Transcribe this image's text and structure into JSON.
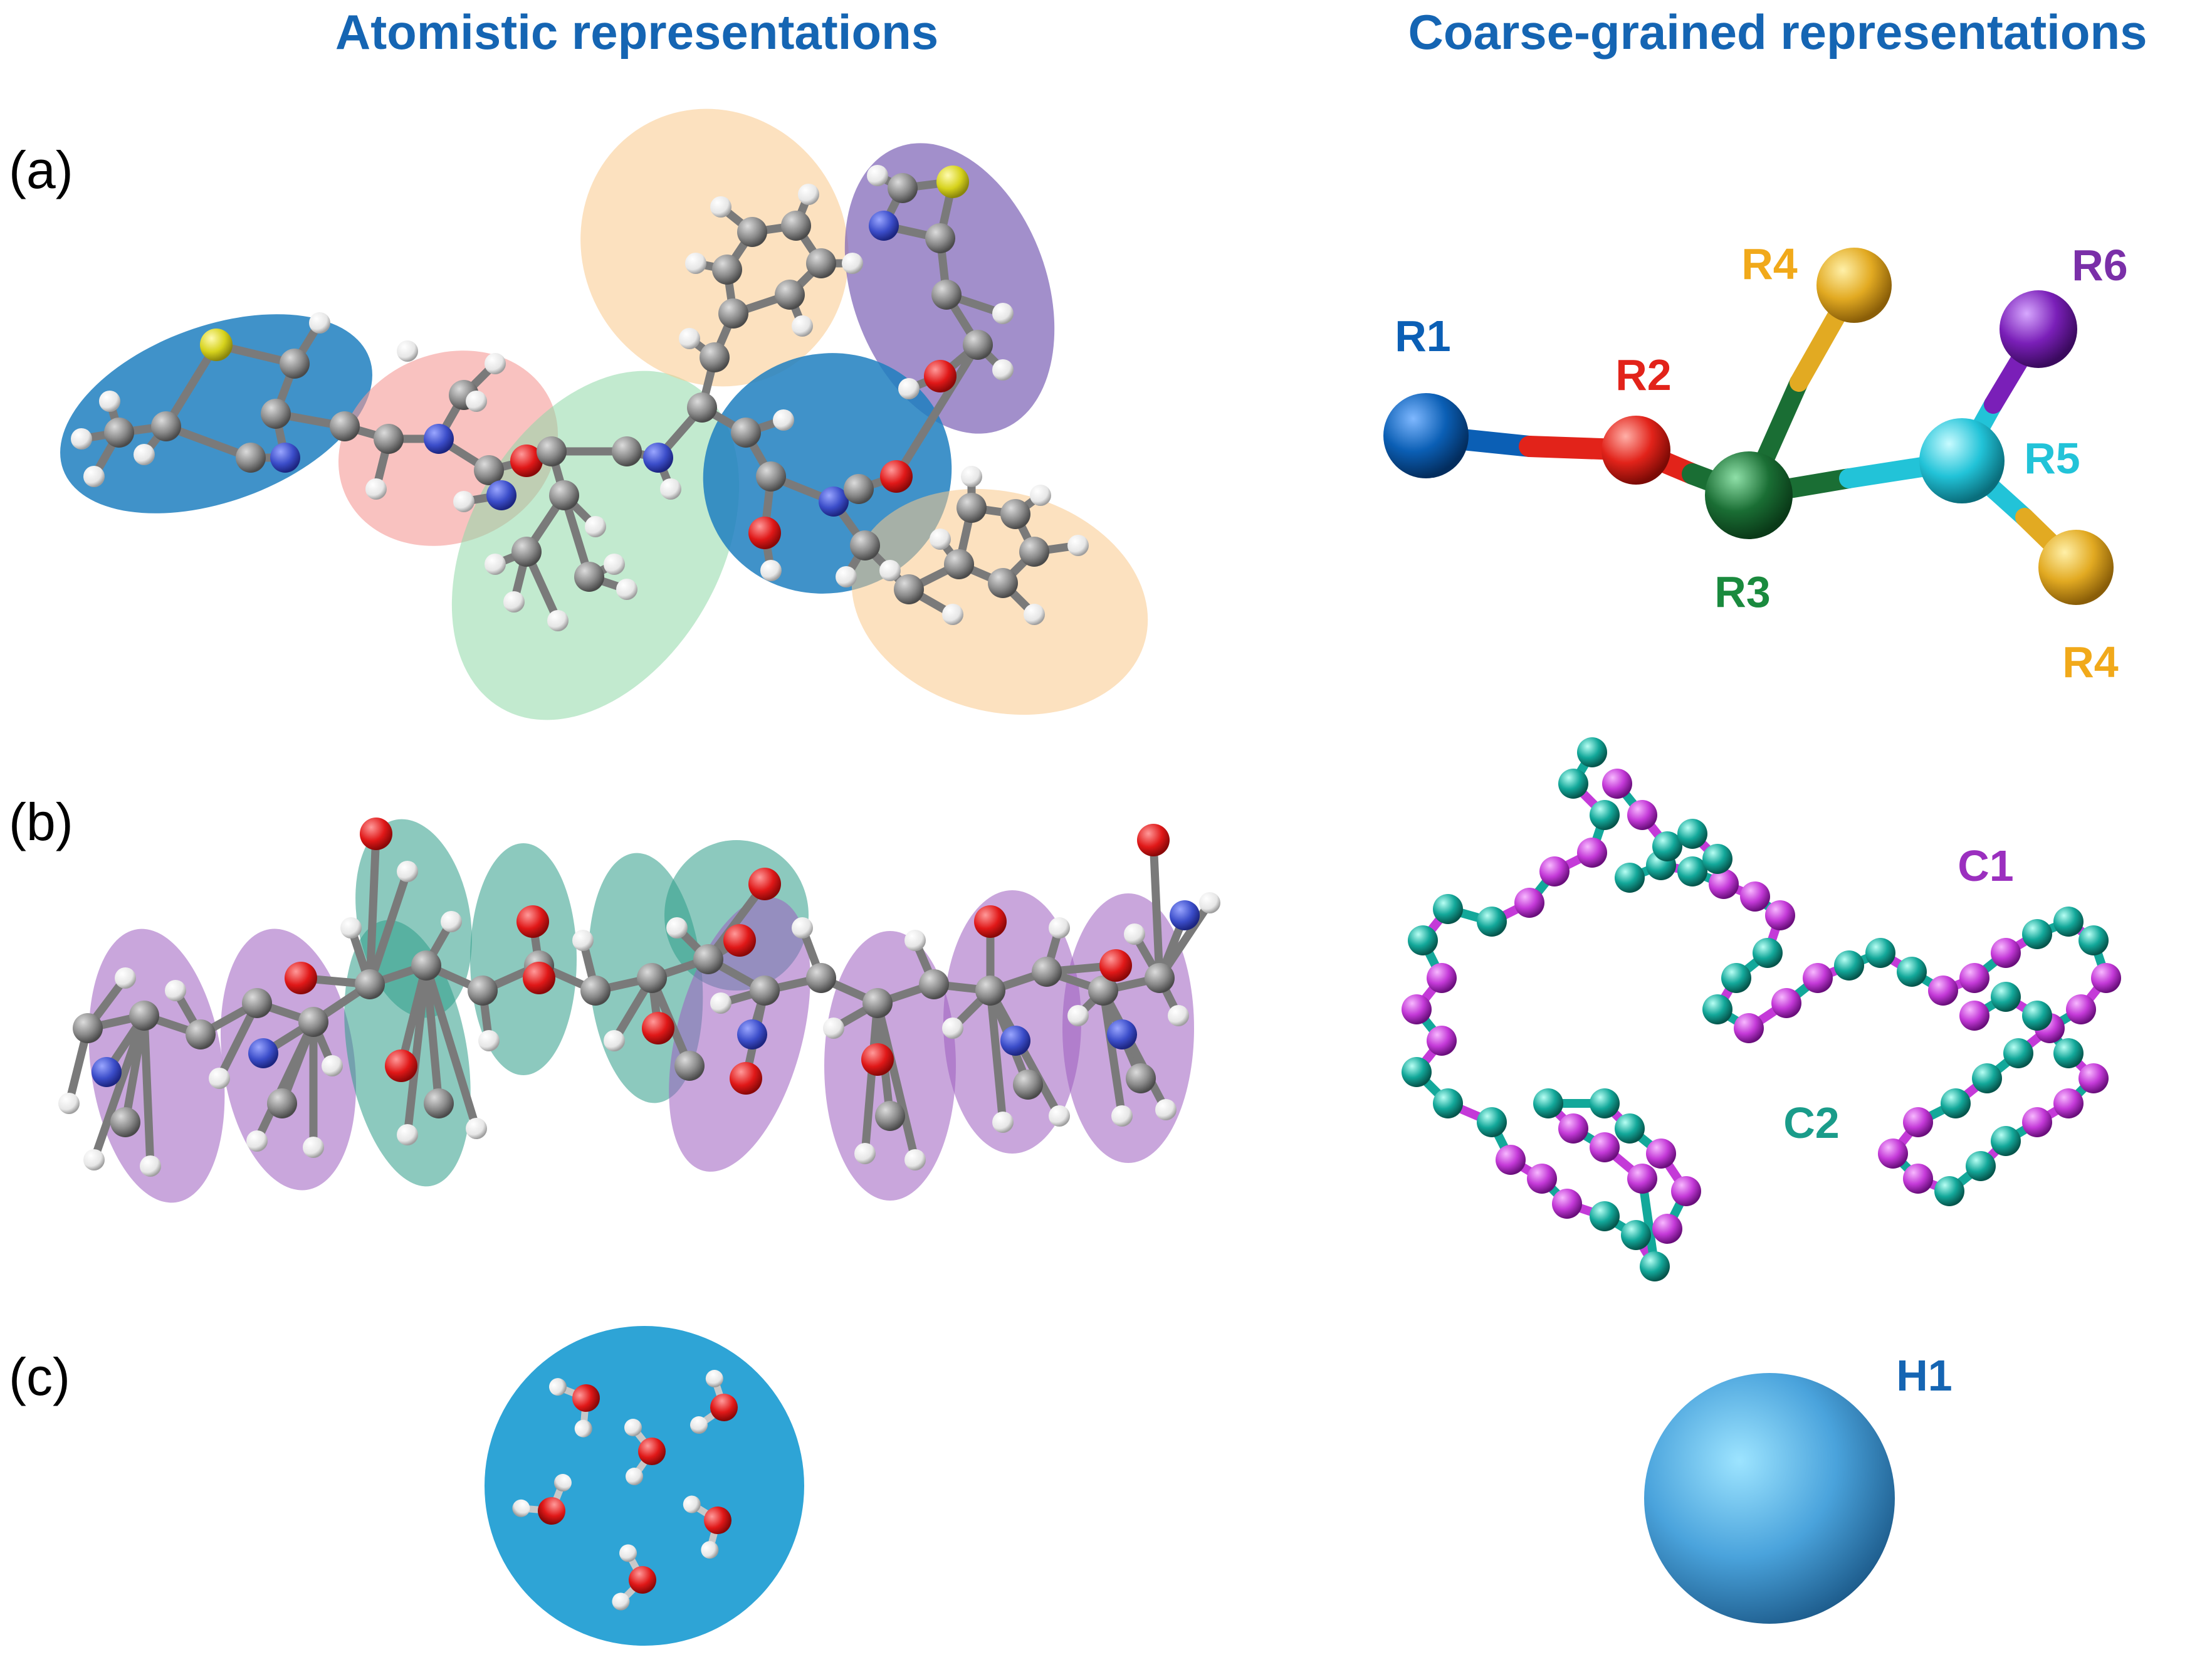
{
  "headings": {
    "atomistic": "Atomistic representations",
    "coarse_grained": "Coarse-grained representations"
  },
  "panels": {
    "a": {
      "label": "(a)",
      "beads": [
        {
          "id": "R1",
          "label": "R1",
          "color": "#0b5fb5"
        },
        {
          "id": "R2",
          "label": "R2",
          "color": "#e2231a"
        },
        {
          "id": "R3",
          "label": "R3",
          "color": "#1a8a3e"
        },
        {
          "id": "R4",
          "label": "R4",
          "color": "#f1a91a"
        },
        {
          "id": "R5",
          "label": "R5",
          "color": "#22c3d8"
        },
        {
          "id": "R6",
          "label": "R6",
          "color": "#7a2fa8"
        }
      ]
    },
    "b": {
      "label": "(b)",
      "beads": [
        {
          "id": "C1",
          "label": "C1",
          "color": "#9b2fbf"
        },
        {
          "id": "C2",
          "label": "C2",
          "color": "#1a9c8a"
        }
      ]
    },
    "c": {
      "label": "(c)",
      "beads": [
        {
          "id": "H1",
          "label": "H1",
          "color": "#1565b3"
        }
      ]
    }
  },
  "atom_colors": {
    "carbon": "#8a8a8a",
    "hydrogen": "#eeeeee",
    "nitrogen": "#3b4dc9",
    "oxygen": "#e01818",
    "sulfur": "#d6d21c"
  },
  "region_colors": {
    "blue": "#1f7fc0",
    "pink": "#f59a96",
    "green": "#8fd9a8",
    "orange": "#f9c98a",
    "purple": "#7a5fb5",
    "teal": "#2e9c88",
    "violet": "#9c5cc0",
    "water": "#2ea4d6"
  }
}
